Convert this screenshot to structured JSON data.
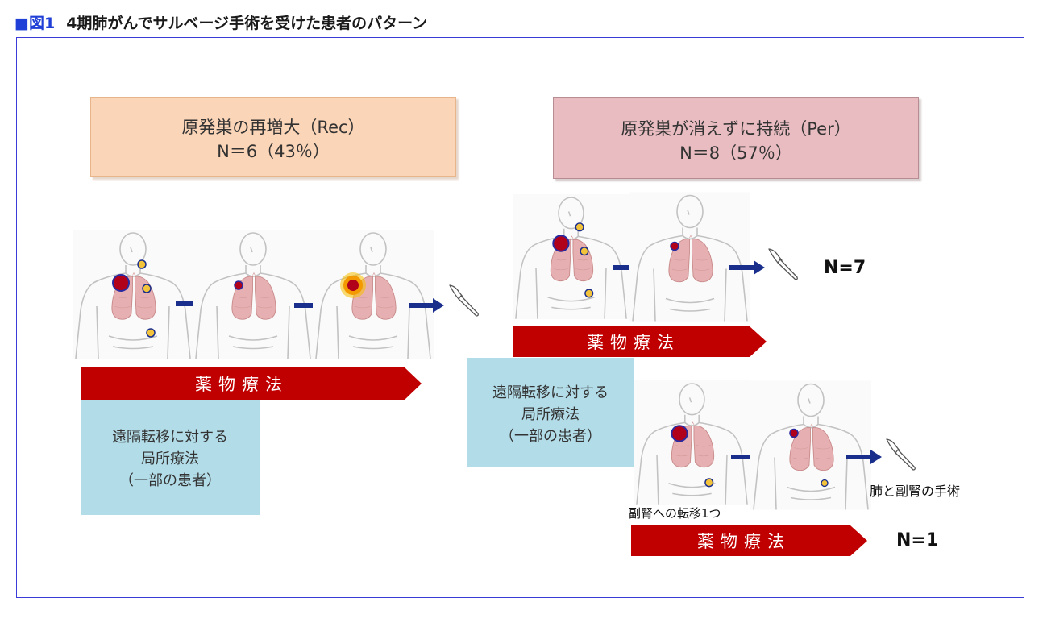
{
  "figure": {
    "marker": "■",
    "number": "図1",
    "title": "4期肺がんでサルベージ手術を受けた患者のパターン"
  },
  "groups": {
    "rec": {
      "line1": "原発巣の再増大（Rec）",
      "line2": "N＝6（43％）"
    },
    "per": {
      "line1": "原発巣が消えずに持続（Per）",
      "line2": "N＝8（57％）"
    }
  },
  "therapy": {
    "drug_label": "薬物療法",
    "local_line1": "遠隔転移に対する",
    "local_line2": "局所療法",
    "local_line3": "（一部の患者）"
  },
  "outcomes": {
    "per_main_n": "N=7",
    "per_sub_n": "N=1",
    "per_sub_note": "副腎への転移1つ",
    "per_sub_surgery": "肺と副腎の手術"
  },
  "colors": {
    "accent_blue": "#1f3fd6",
    "arrow_navy": "#1a2e8c",
    "drug_red": "#c00000",
    "rec_box": "#fbd5b7",
    "per_box": "#e8bcc0",
    "local_box": "#b2dce8",
    "tumor_red": "#b0001a",
    "metastasis_yellow": "#f3c43b"
  },
  "icons": [
    "body-silhouette-icon",
    "lung-icon",
    "tumor-icon",
    "metastasis-icon",
    "right-arrow-icon",
    "scalpel-icon"
  ]
}
